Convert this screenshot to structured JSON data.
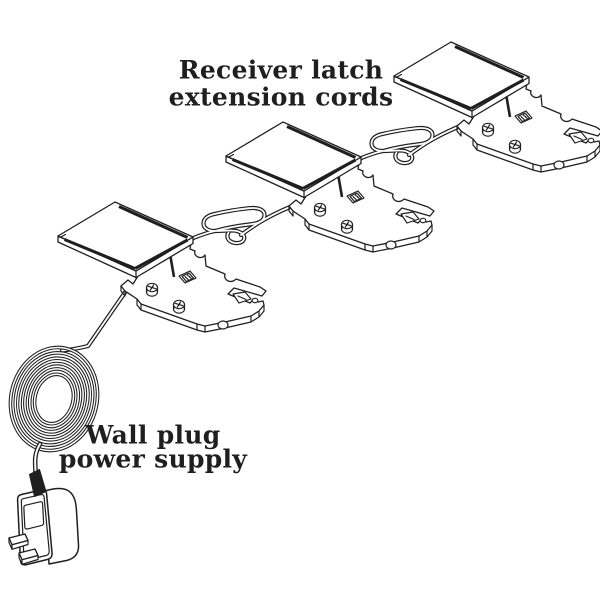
{
  "background_color": "#ffffff",
  "ink_color": "#1f1f1f",
  "labels": {
    "receiver_line1": "Receiver latch",
    "receiver_line2": "extension cords",
    "power_line1": "Wall plug",
    "power_line2": "power supply"
  },
  "diagram": {
    "kind": "isometric line illustration",
    "receiver_unit_count": 3,
    "extension_cord_loop_count": 2,
    "components": [
      "receiver-latch-unit",
      "extension-cord-loop",
      "power-cord-coil",
      "wall-plug-power-supply"
    ]
  }
}
